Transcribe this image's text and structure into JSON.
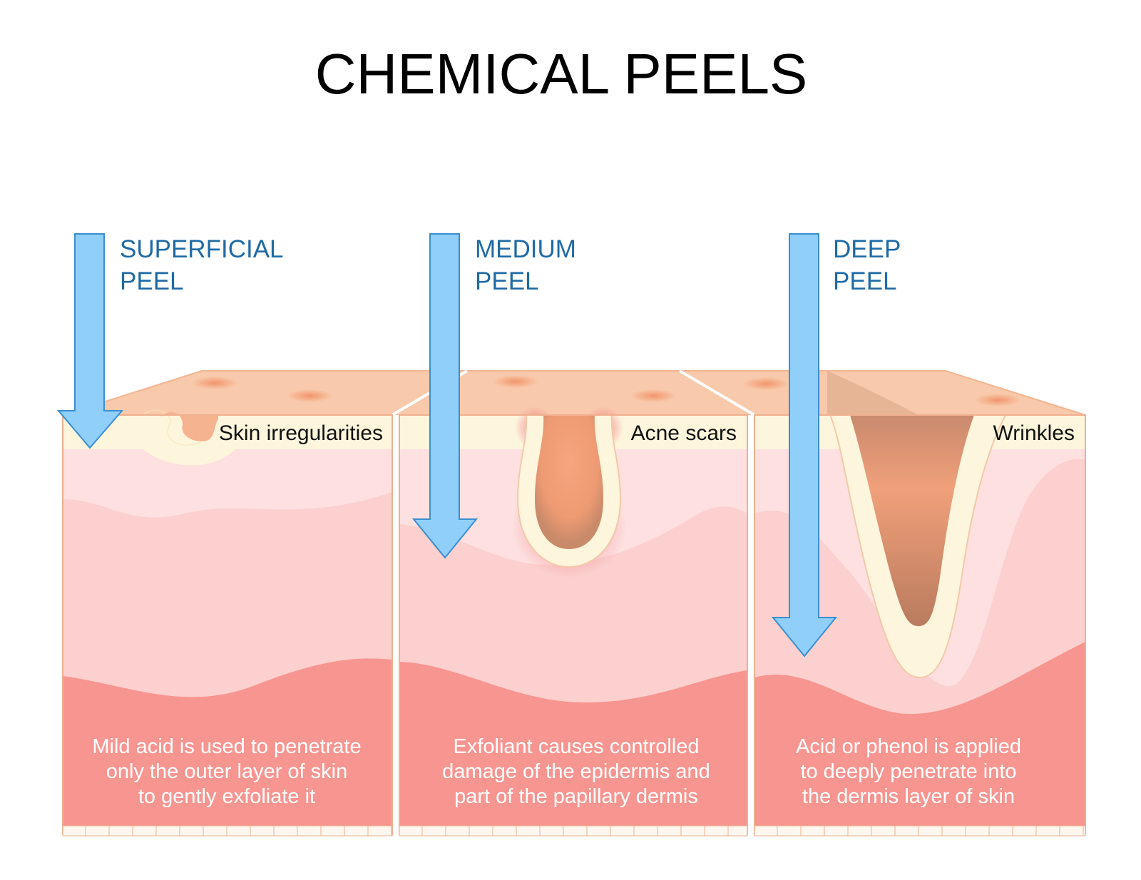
{
  "title": "CHEMICAL PEELS",
  "colors": {
    "arrow_fill": "#90cffa",
    "arrow_stroke": "#3b8fd0",
    "label_blue": "#1f6aa5",
    "top_surface": "#f8c9aa",
    "epidermis": "#fdf5dc",
    "dermis_light": "#fde0df",
    "dermis_mid": "#fbc8c6",
    "dermis_deep": "#f79590",
    "hollow": "#f2a47c"
  },
  "panels": [
    {
      "peel_line1": "SUPERFICIAL",
      "peel_line2": "PEEL",
      "feature": "Skin irregularities",
      "description": [
        "Mild acid is used to penetrate",
        "only the outer layer of skin",
        "to gently exfoliate it"
      ]
    },
    {
      "peel_line1": "MEDIUM",
      "peel_line2": "PEEL",
      "feature": "Acne scars",
      "description": [
        "Exfoliant causes controlled",
        "damage of the epidermis and",
        "part of the papillary dermis"
      ]
    },
    {
      "peel_line1": "DEEP",
      "peel_line2": "PEEL",
      "feature": "Wrinkles",
      "description": [
        "Acid or phenol is applied",
        "to deeply penetrate into",
        "the dermis layer of skin"
      ]
    }
  ]
}
